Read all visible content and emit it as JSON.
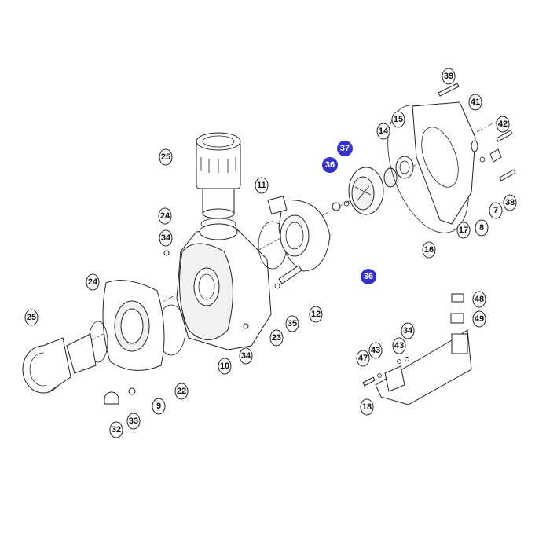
{
  "diagram": {
    "callouts": [
      {
        "label": "39",
        "highlight": false
      },
      {
        "label": "41",
        "highlight": false
      },
      {
        "label": "42",
        "highlight": false
      },
      {
        "label": "14",
        "highlight": false
      },
      {
        "label": "15",
        "highlight": false
      },
      {
        "label": "37",
        "highlight": true
      },
      {
        "label": "36",
        "highlight": true
      },
      {
        "label": "25",
        "highlight": false
      },
      {
        "label": "11",
        "highlight": false
      },
      {
        "label": "24",
        "highlight": false
      },
      {
        "label": "34",
        "highlight": false
      },
      {
        "label": "12",
        "highlight": false
      },
      {
        "label": "36",
        "highlight": true
      },
      {
        "label": "16",
        "highlight": false
      },
      {
        "label": "17",
        "highlight": false
      },
      {
        "label": "8",
        "highlight": false
      },
      {
        "label": "7",
        "highlight": false
      },
      {
        "label": "38",
        "highlight": false
      },
      {
        "label": "24",
        "highlight": false
      },
      {
        "label": "25",
        "highlight": false
      },
      {
        "label": "22",
        "highlight": false
      },
      {
        "label": "9",
        "highlight": false
      },
      {
        "label": "10",
        "highlight": false
      },
      {
        "label": "23",
        "highlight": false
      },
      {
        "label": "35",
        "highlight": false
      },
      {
        "label": "34",
        "highlight": false
      },
      {
        "label": "32",
        "highlight": false
      },
      {
        "label": "33",
        "highlight": false
      },
      {
        "label": "48",
        "highlight": false
      },
      {
        "label": "49",
        "highlight": false
      },
      {
        "label": "34",
        "highlight": false
      },
      {
        "label": "43",
        "highlight": false
      },
      {
        "label": "43",
        "highlight": false
      },
      {
        "label": "47",
        "highlight": false
      },
      {
        "label": "18",
        "highlight": false
      }
    ],
    "colors": {
      "highlight": "#3333cc",
      "line": "#222222"
    }
  }
}
